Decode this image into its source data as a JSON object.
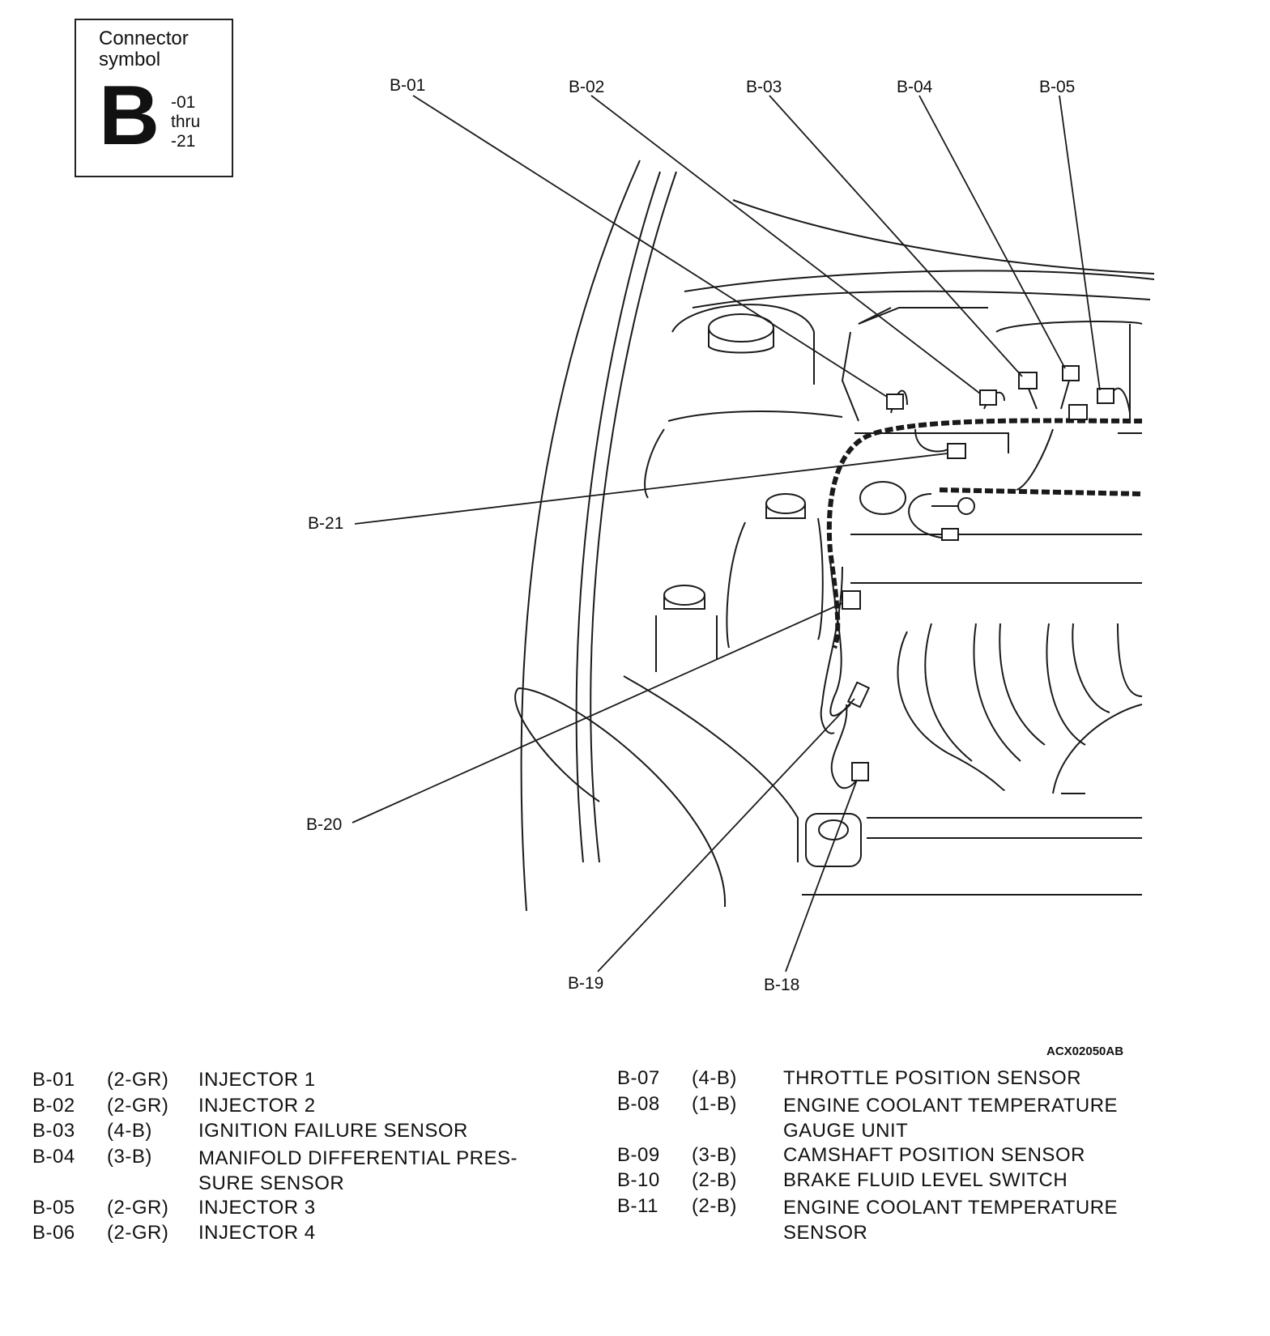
{
  "symbol": {
    "title": "Connector symbol",
    "letter": "B",
    "range_line1": "-01",
    "range_line2": "thru",
    "range_line3": "-21"
  },
  "callouts": {
    "b01": "B-01",
    "b02": "B-02",
    "b03": "B-03",
    "b04": "B-04",
    "b05": "B-05",
    "b21": "B-21",
    "b20": "B-20",
    "b19": "B-19",
    "b18": "B-18"
  },
  "figure_id": "ACX02050AB",
  "legend_left": [
    {
      "code": "B-01",
      "pins": "(2-GR)",
      "desc": "INJECTOR 1"
    },
    {
      "code": "B-02",
      "pins": "(2-GR)",
      "desc": "INJECTOR 2"
    },
    {
      "code": "B-03",
      "pins": "(4-B)",
      "desc": "IGNITION FAILURE SENSOR"
    },
    {
      "code": "B-04",
      "pins": "(3-B)",
      "desc": "MANIFOLD DIFFERENTIAL PRES-SURE SENSOR"
    },
    {
      "code": "B-05",
      "pins": "(2-GR)",
      "desc": "INJECTOR 3"
    },
    {
      "code": "B-06",
      "pins": "(2-GR)",
      "desc": "INJECTOR 4"
    }
  ],
  "legend_right": [
    {
      "code": "B-07",
      "pins": "(4-B)",
      "desc": "THROTTLE POSITION SENSOR"
    },
    {
      "code": "B-08",
      "pins": "(1-B)",
      "desc": "ENGINE COOLANT TEMPERATURE GAUGE UNIT"
    },
    {
      "code": "B-09",
      "pins": "(3-B)",
      "desc": "CAMSHAFT POSITION SENSOR"
    },
    {
      "code": "B-10",
      "pins": "(2-B)",
      "desc": "BRAKE FLUID LEVEL SWITCH"
    },
    {
      "code": "B-11",
      "pins": "(2-B)",
      "desc": "ENGINE COOLANT TEMPERATURE SENSOR"
    }
  ]
}
